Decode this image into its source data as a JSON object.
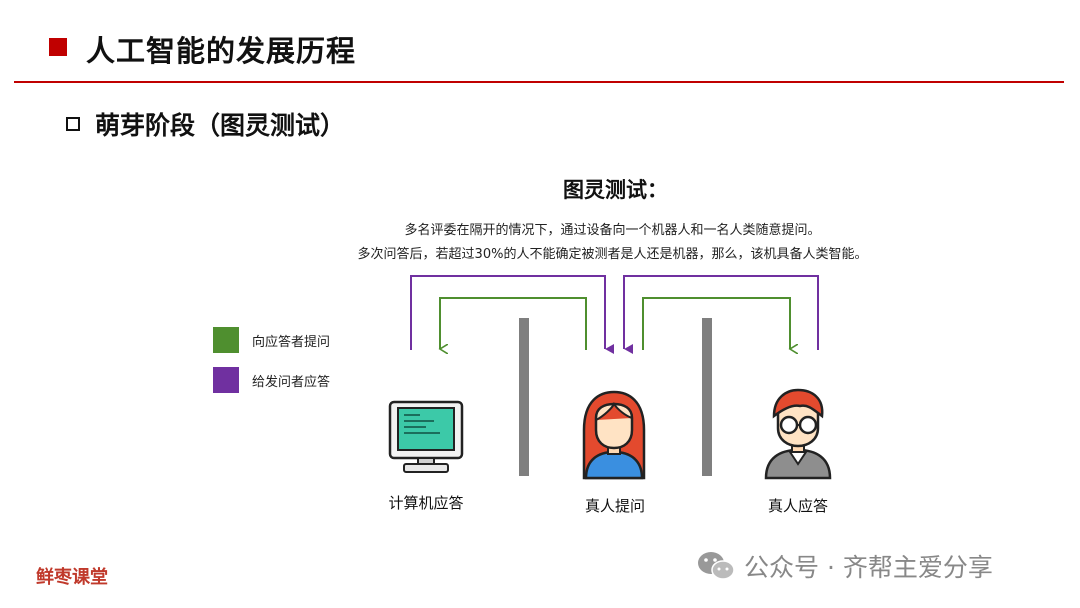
{
  "header": {
    "title": "人工智能的发展历程"
  },
  "section": {
    "subtitle": "萌芽阶段（图灵测试）"
  },
  "diagram": {
    "title": "图灵测试：",
    "description": [
      "多名评委在隔开的情况下，通过设备向一个机器人和一名人类随意提问。",
      "多次问答后，若超过30%的人不能确定被测者是人还是机器，那么，该机具备人类智能。"
    ],
    "legend": [
      {
        "label": "向应答者提问",
        "color": "#4f8f2f"
      },
      {
        "label": "给发问者应答",
        "color": "#7030a0"
      }
    ],
    "actors": {
      "computer": "计算机应答",
      "questioner": "真人提问",
      "responder": "真人应答"
    }
  },
  "footer": {
    "brand": "鲜枣课堂",
    "watermark": "公众号 · 齐帮主爱分享",
    "watermark_icon": "wechat-icon"
  }
}
